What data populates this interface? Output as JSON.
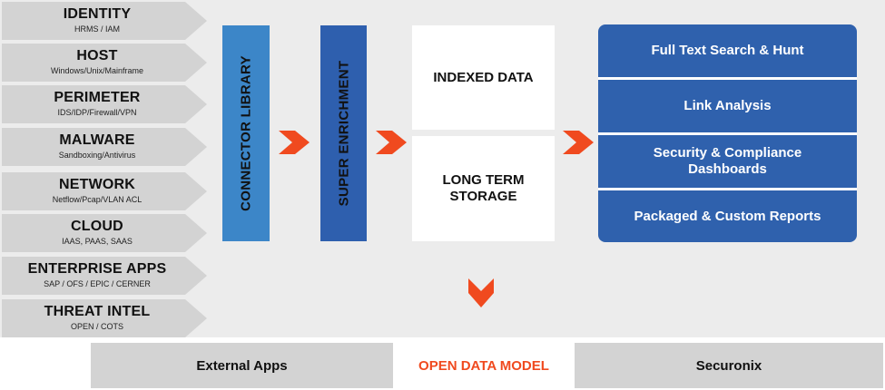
{
  "sources": [
    {
      "title": "IDENTITY",
      "subtitle": "HRMS / IAM"
    },
    {
      "title": "HOST",
      "subtitle": "Windows/Unix/Mainframe"
    },
    {
      "title": "PERIMETER",
      "subtitle": "IDS/IDP/Firewall/VPN"
    },
    {
      "title": "MALWARE",
      "subtitle": "Sandboxing/Antivirus"
    },
    {
      "title": "NETWORK",
      "subtitle": "Netflow/Pcap/VLAN ACL"
    },
    {
      "title": "CLOUD",
      "subtitle": "IAAS, PAAS, SAAS"
    },
    {
      "title": "ENTERPRISE APPS",
      "subtitle": "SAP / OFS / EPIC / CERNER"
    },
    {
      "title": "THREAT INTEL",
      "subtitle": "OPEN / COTS"
    }
  ],
  "pipeline": {
    "connector_library": "CONNECTOR LIBRARY",
    "super_enrichment": "SUPER ENRICHMENT",
    "indexed_data": "INDEXED DATA",
    "long_term_storage": "LONG TERM STORAGE"
  },
  "outputs": [
    {
      "label": "Full Text Search & Hunt"
    },
    {
      "label": "Link Analysis"
    },
    {
      "label": "Security & Compliance Dashboards"
    },
    {
      "label": "Packaged & Custom Reports"
    }
  ],
  "bottom": {
    "external_apps": "External Apps",
    "open_data_model": "OPEN DATA MODEL",
    "securonix": "Securonix"
  },
  "colors": {
    "connector_bar": "#3c86c8",
    "enrichment_bar": "#2e5fae",
    "output_panel": "#2f61ad",
    "arrow": "#f04a1f",
    "source_chevron": "#d3d3d3",
    "bottom_grey": "#d3d3d3",
    "open_data_model_text": "#f04a1f"
  }
}
